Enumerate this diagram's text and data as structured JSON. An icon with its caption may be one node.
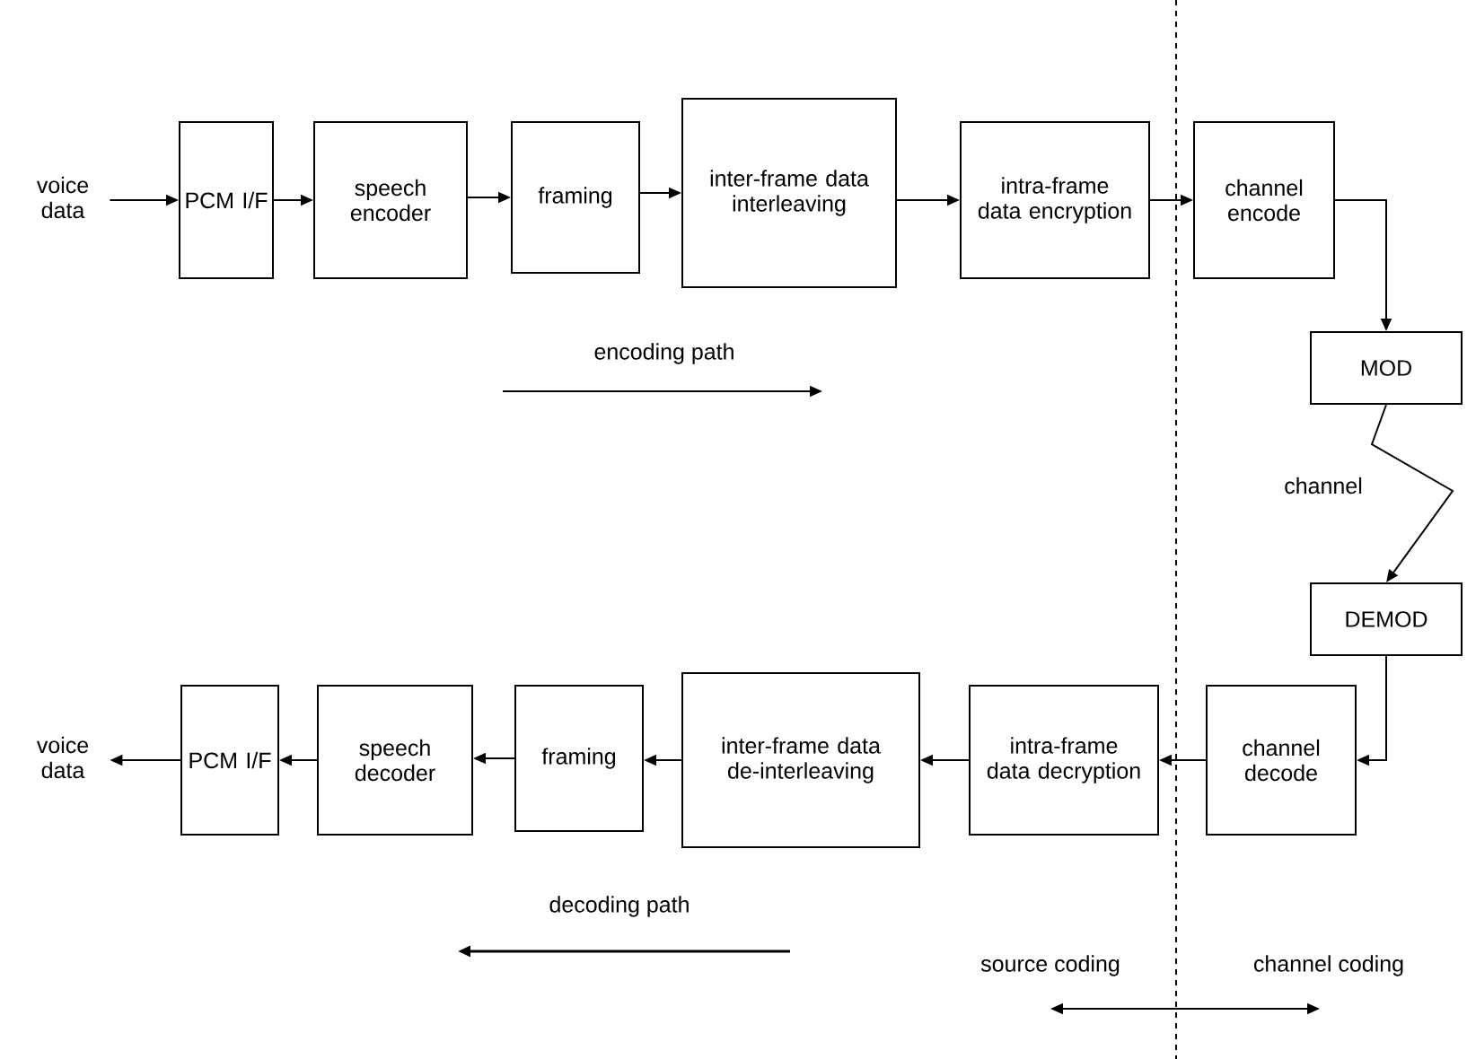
{
  "diagram": {
    "nodes": [
      {
        "text": [
          "voice data"
        ]
      },
      {
        "text": [
          "PCM I/F"
        ]
      },
      {
        "text": [
          "speech encoder"
        ]
      },
      {
        "text": [
          "framing"
        ]
      },
      {
        "text": [
          "inter-frame data interleaving"
        ]
      },
      {
        "text": [
          "intra-frame data encryption"
        ]
      },
      {
        "text": [
          "channel encode"
        ]
      },
      {
        "text": [
          "MOD"
        ]
      },
      {
        "text": [
          "DEMOD"
        ]
      },
      {
        "text": [
          "channel decode"
        ]
      },
      {
        "text": [
          "intra-frame data decryption"
        ]
      },
      {
        "text": [
          "inter-frame data de-interleaving"
        ]
      },
      {
        "text": [
          "framing"
        ]
      },
      {
        "text": [
          "speech decoder"
        ]
      },
      {
        "text": [
          "PCM I/F"
        ]
      },
      {
        "text": [
          "voice data"
        ]
      }
    ],
    "edges": [
      {
        "from": 0,
        "to": 1,
        "arrow": "to"
      },
      {
        "from": 1,
        "to": 2,
        "arrow": "to"
      },
      {
        "from": 2,
        "to": 3,
        "arrow": "to"
      },
      {
        "from": 3,
        "to": 4,
        "arrow": "to"
      },
      {
        "from": 4,
        "to": 5,
        "arrow": "to"
      },
      {
        "from": 5,
        "to": 6,
        "arrow": "to"
      },
      {
        "from": 6,
        "to": 7,
        "arrow": "to"
      },
      {
        "from": 7,
        "to": 8,
        "arrow": "to",
        "label": "channel"
      },
      {
        "from": 8,
        "to": 9,
        "arrow": "to"
      },
      {
        "from": 9,
        "to": 10,
        "arrow": "to"
      },
      {
        "from": 10,
        "to": 11,
        "arrow": "to"
      },
      {
        "from": 11,
        "to": 12,
        "arrow": "to"
      },
      {
        "from": 12,
        "to": 13,
        "arrow": "to"
      },
      {
        "from": 13,
        "to": 14,
        "arrow": "to"
      },
      {
        "from": 14,
        "to": 15,
        "arrow": "to"
      }
    ],
    "labels": [
      "encoding path",
      "decoding path",
      "source coding",
      "channel coding"
    ]
  }
}
